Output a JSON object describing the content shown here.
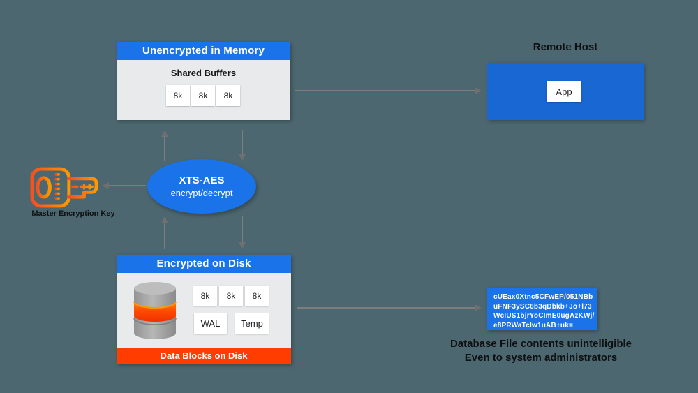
{
  "colors": {
    "background": "#4d6770",
    "accent_blue": "#1a73e8",
    "remote_host_blue": "#1967d2",
    "data_blocks_orange": "#ff3d00",
    "key_orange": "#f4511e",
    "panel_body_gray": "#e8eaec",
    "arrow_gray": "#7d7d7d"
  },
  "memory_box": {
    "title": "Unencrypted in Memory",
    "subtitle": "Shared Buffers",
    "blocks": [
      "8k",
      "8k",
      "8k"
    ]
  },
  "remote_host": {
    "label": "Remote Host",
    "app_label": "App"
  },
  "cipher_engine": {
    "line1": "XTS-AES",
    "line2": "encrypt/decrypt"
  },
  "master_key": {
    "label": "Master Encryption Key"
  },
  "disk_box": {
    "title": "Encrypted on Disk",
    "blocks": [
      "8k",
      "8k",
      "8k"
    ],
    "files": [
      "WAL",
      "Temp"
    ],
    "footer": "Data Blocks on Disk"
  },
  "cipher_output": {
    "lines": [
      "cUEax0Xtnc5CFwEP/051NBb",
      "uFNF3ySC6b3qDbkb+Jo+l73",
      "WcIUS1bjrYoCImE0ugAzKWj/",
      "e8PRWaTcIw1uAB+uk="
    ]
  },
  "caption": {
    "line1": "Database File contents unintelligible",
    "line2": "Even to system administrators"
  }
}
